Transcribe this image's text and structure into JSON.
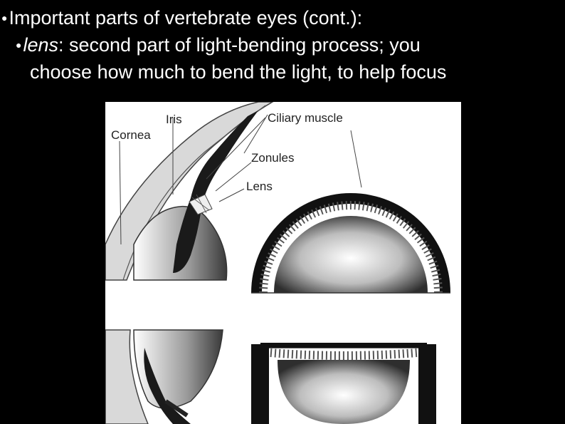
{
  "slide": {
    "title": "Important parts of vertebrate eyes (cont.):",
    "sub_term": "lens",
    "sub_rest_line1": ": second part of light-bending process; you",
    "sub_line2": "choose how much to bend the light, to help focus"
  },
  "figure": {
    "labels": {
      "iris": "Iris",
      "cornea": "Cornea",
      "ciliary_muscle": "Ciliary muscle",
      "zonules": "Zonules",
      "lens": "Lens"
    }
  }
}
